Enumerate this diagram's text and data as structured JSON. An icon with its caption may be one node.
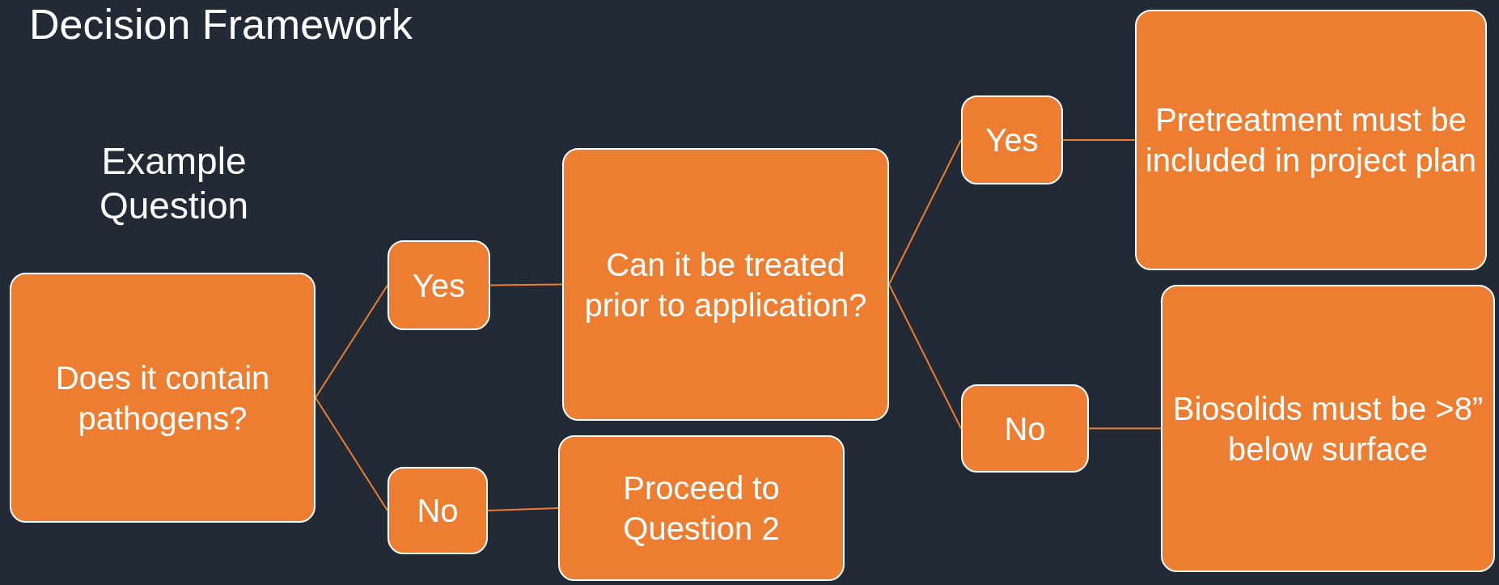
{
  "diagram": {
    "title": "Decision Framework",
    "nodes": [
      {
        "text": [
          "Does it contain pathogens?"
        ]
      },
      {
        "text": [
          "Yes"
        ]
      },
      {
        "text": [
          "No"
        ]
      },
      {
        "text": [
          "Can it be treated prior to application?"
        ]
      },
      {
        "text": [
          "Proceed to Question 2"
        ]
      },
      {
        "text": [
          "Yes"
        ]
      },
      {
        "text": [
          "No"
        ]
      },
      {
        "text": [
          "Pretreatment must be included in project plan"
        ]
      },
      {
        "text": [
          "Biosolids must be >8” below surface"
        ]
      }
    ],
    "edges": [
      {
        "from": 0,
        "to": 1,
        "arrow": "none"
      },
      {
        "from": 0,
        "to": 2,
        "arrow": "none"
      },
      {
        "from": 1,
        "to": 3,
        "arrow": "none"
      },
      {
        "from": 2,
        "to": 4,
        "arrow": "none"
      },
      {
        "from": 3,
        "to": 5,
        "arrow": "none"
      },
      {
        "from": 3,
        "to": 6,
        "arrow": "none"
      },
      {
        "from": 5,
        "to": 7,
        "arrow": "none"
      },
      {
        "from": 6,
        "to": 8,
        "arrow": "none"
      }
    ],
    "labels": [
      "Example Question"
    ]
  }
}
